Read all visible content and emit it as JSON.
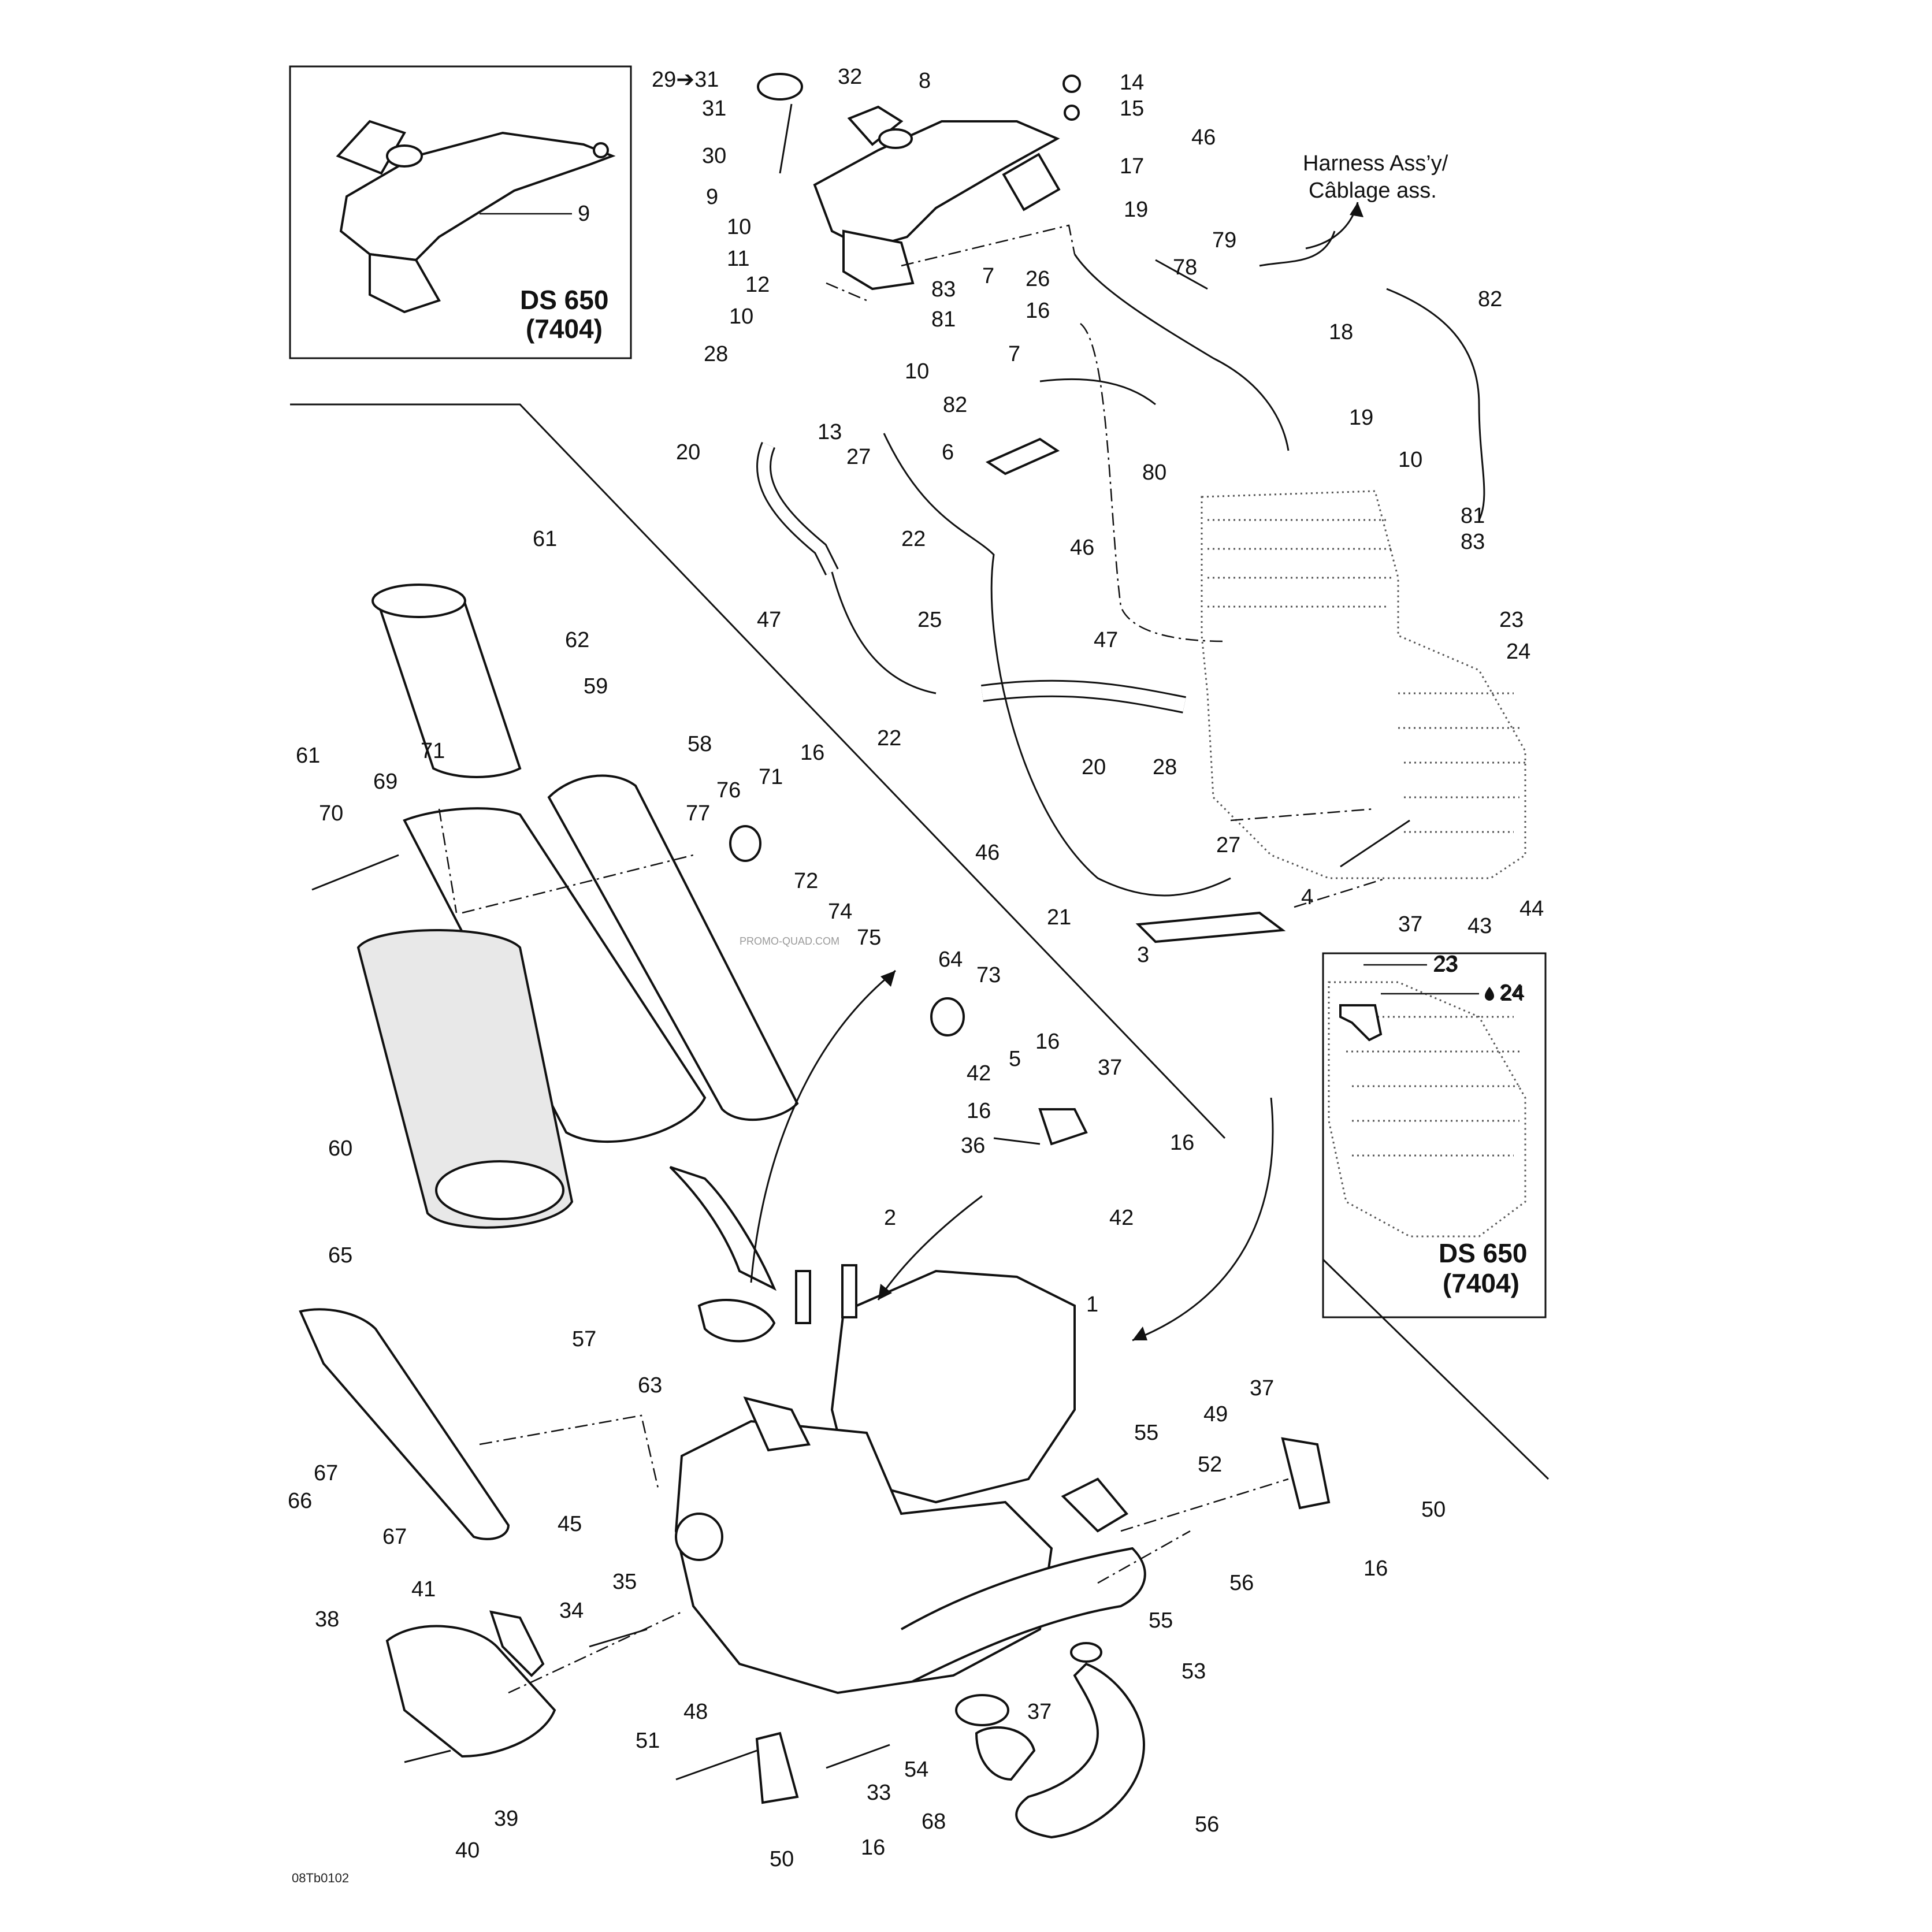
{
  "callouts": [
    {
      "id": "c1",
      "text": "29➔31"
    },
    {
      "id": "c2",
      "text": "31"
    },
    {
      "id": "c3",
      "text": "32"
    },
    {
      "id": "c4",
      "text": "8"
    },
    {
      "id": "c5",
      "text": "14"
    },
    {
      "id": "c6",
      "text": "15"
    },
    {
      "id": "c7",
      "text": "30"
    },
    {
      "id": "c8",
      "text": "17"
    },
    {
      "id": "c9",
      "text": "9"
    },
    {
      "id": "c10",
      "text": "46"
    },
    {
      "id": "c11",
      "text": "19"
    },
    {
      "id": "c12",
      "text": "10"
    },
    {
      "id": "c13",
      "text": "11"
    },
    {
      "id": "c14",
      "text": "7"
    },
    {
      "id": "c15",
      "text": "26"
    },
    {
      "id": "c16",
      "text": "12"
    },
    {
      "id": "c17",
      "text": "83"
    },
    {
      "id": "c18",
      "text": "16"
    },
    {
      "id": "c19",
      "text": "10"
    },
    {
      "id": "c20",
      "text": "81"
    },
    {
      "id": "c21",
      "text": "28"
    },
    {
      "id": "c22",
      "text": "10"
    },
    {
      "id": "c23",
      "text": "7"
    },
    {
      "id": "c24",
      "text": "82"
    },
    {
      "id": "c25",
      "text": "13"
    },
    {
      "id": "c26",
      "text": "27"
    },
    {
      "id": "c27",
      "text": "6"
    },
    {
      "id": "c28",
      "text": "80"
    },
    {
      "id": "c29",
      "text": "20"
    },
    {
      "id": "c30",
      "text": "79"
    },
    {
      "id": "c31",
      "text": "78"
    },
    {
      "id": "c32",
      "text": "18"
    },
    {
      "id": "c33",
      "text": "82"
    },
    {
      "id": "c34",
      "text": "19"
    },
    {
      "id": "c35",
      "text": "10"
    },
    {
      "id": "c36",
      "text": "81"
    },
    {
      "id": "c37",
      "text": "83"
    },
    {
      "id": "c38",
      "text": "22"
    },
    {
      "id": "c39",
      "text": "46"
    },
    {
      "id": "c40",
      "text": "47"
    },
    {
      "id": "c41",
      "text": "25"
    },
    {
      "id": "c42",
      "text": "47"
    },
    {
      "id": "c43",
      "text": "23"
    },
    {
      "id": "c44",
      "text": "24"
    },
    {
      "id": "c45",
      "text": "22"
    },
    {
      "id": "c46",
      "text": "20"
    },
    {
      "id": "c47",
      "text": "28"
    },
    {
      "id": "c48",
      "text": "61"
    },
    {
      "id": "c49",
      "text": "62"
    },
    {
      "id": "c50",
      "text": "59"
    },
    {
      "id": "c51",
      "text": "61"
    },
    {
      "id": "c52",
      "text": "58"
    },
    {
      "id": "c53",
      "text": "71"
    },
    {
      "id": "c54",
      "text": "16"
    },
    {
      "id": "c55",
      "text": "70"
    },
    {
      "id": "c56",
      "text": "69"
    },
    {
      "id": "c57",
      "text": "71"
    },
    {
      "id": "c58",
      "text": "76"
    },
    {
      "id": "c59",
      "text": "77"
    },
    {
      "id": "c60",
      "text": "46"
    },
    {
      "id": "c61",
      "text": "27"
    },
    {
      "id": "c62",
      "text": "44"
    },
    {
      "id": "c63",
      "text": "43"
    },
    {
      "id": "c64",
      "text": "21"
    },
    {
      "id": "c65",
      "text": "4"
    },
    {
      "id": "c66",
      "text": "37"
    },
    {
      "id": "c67",
      "text": "3"
    },
    {
      "id": "c68",
      "text": "72"
    },
    {
      "id": "c69",
      "text": "74"
    },
    {
      "id": "c70",
      "text": "75"
    },
    {
      "id": "c71",
      "text": "64"
    },
    {
      "id": "c72",
      "text": "73"
    },
    {
      "id": "c73",
      "text": "23"
    },
    {
      "id": "c74",
      "text": "24"
    },
    {
      "id": "c75",
      "text": "60"
    },
    {
      "id": "c76",
      "text": "16"
    },
    {
      "id": "c77",
      "text": "5"
    },
    {
      "id": "c78",
      "text": "37"
    },
    {
      "id": "c79",
      "text": "42"
    },
    {
      "id": "c80",
      "text": "16"
    },
    {
      "id": "c81",
      "text": "16"
    },
    {
      "id": "c82",
      "text": "36"
    },
    {
      "id": "c83",
      "text": "42"
    },
    {
      "id": "c84",
      "text": "2"
    },
    {
      "id": "c85",
      "text": "65"
    },
    {
      "id": "c86",
      "text": "57"
    },
    {
      "id": "c87",
      "text": "1"
    },
    {
      "id": "c88",
      "text": "63"
    },
    {
      "id": "c89",
      "text": "37"
    },
    {
      "id": "c90",
      "text": "49"
    },
    {
      "id": "c91",
      "text": "55"
    },
    {
      "id": "c92",
      "text": "52"
    },
    {
      "id": "c93",
      "text": "50"
    },
    {
      "id": "c94",
      "text": "67"
    },
    {
      "id": "c95",
      "text": "66"
    },
    {
      "id": "c96",
      "text": "67"
    },
    {
      "id": "c97",
      "text": "45"
    },
    {
      "id": "c98",
      "text": "35"
    },
    {
      "id": "c99",
      "text": "56"
    },
    {
      "id": "c100",
      "text": "16"
    },
    {
      "id": "c101",
      "text": "34"
    },
    {
      "id": "c102",
      "text": "38"
    },
    {
      "id": "c103",
      "text": "41"
    },
    {
      "id": "c104",
      "text": "55"
    },
    {
      "id": "c105",
      "text": "53"
    },
    {
      "id": "c106",
      "text": "37"
    },
    {
      "id": "c107",
      "text": "48"
    },
    {
      "id": "c108",
      "text": "51"
    },
    {
      "id": "c109",
      "text": "54"
    },
    {
      "id": "c110",
      "text": "33"
    },
    {
      "id": "c111",
      "text": "56"
    },
    {
      "id": "c112",
      "text": "68"
    },
    {
      "id": "c113",
      "text": "39"
    },
    {
      "id": "c114",
      "text": "40"
    },
    {
      "id": "c115",
      "text": "50"
    },
    {
      "id": "c116",
      "text": "16"
    }
  ],
  "inset_top": {
    "model": "DS 650",
    "code": "(7404)",
    "callout": "9"
  },
  "inset_right": {
    "model": "DS 650",
    "code": "(7404)",
    "callout_a": "23",
    "callout_b": "24"
  },
  "harness": {
    "line1": "Harness Ass’y/",
    "line2": "Câblage ass."
  },
  "drawing_code": "08Tb0102",
  "watermark": "PROMO-QUAD.COM"
}
